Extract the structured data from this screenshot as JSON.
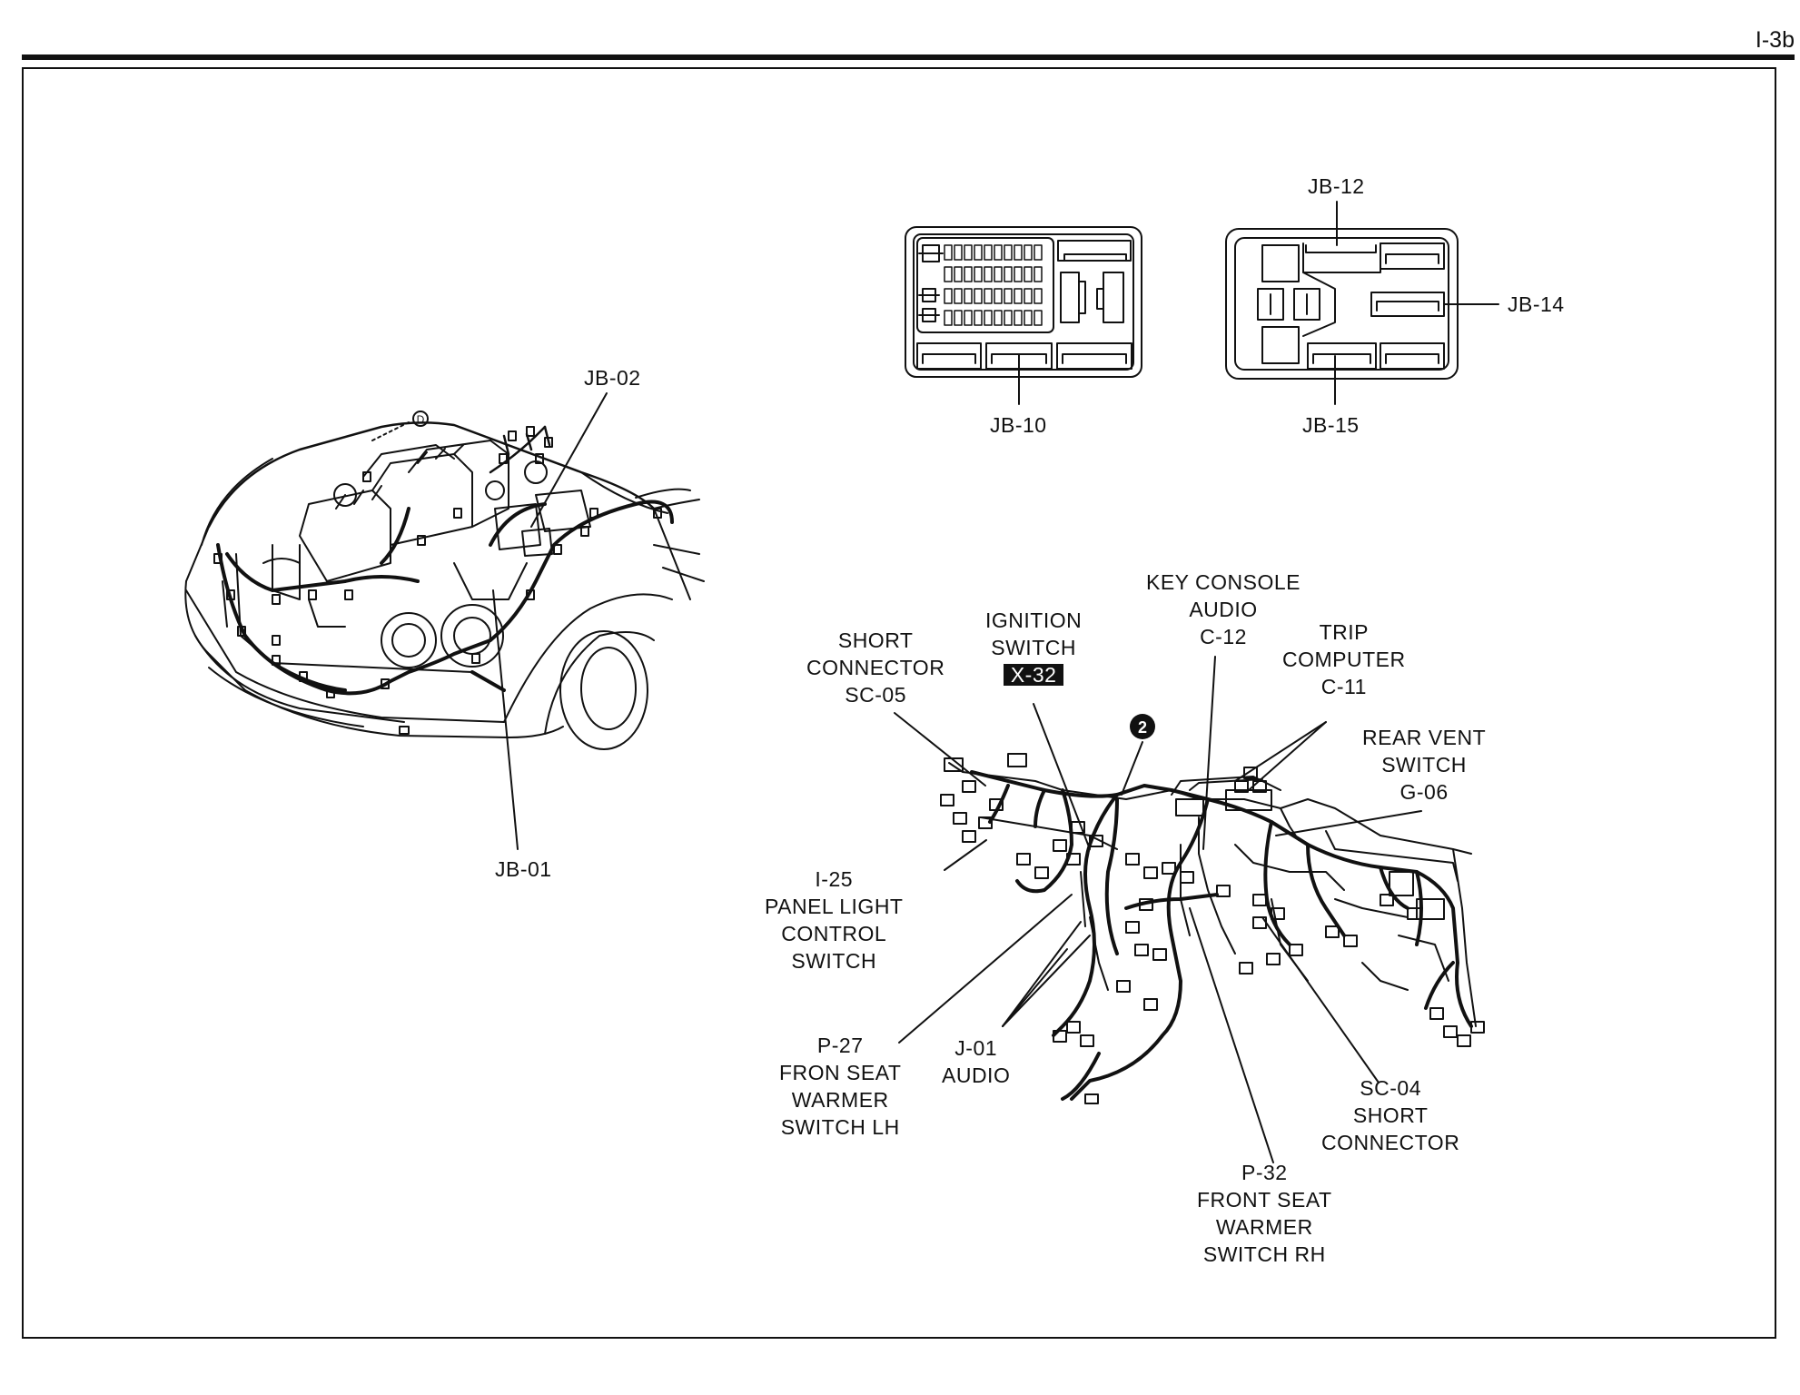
{
  "page_id": "I-3b",
  "junction_blocks": {
    "jb02": "JB-02",
    "jb01": "JB-01",
    "jb10": "JB-10",
    "jb12": "JB-12",
    "jb14": "JB-14",
    "jb15": "JB-15"
  },
  "engine_marker": "D",
  "callout_number": "2",
  "dash_labels": {
    "short_connector_sc05": [
      "SHORT",
      "CONNECTOR",
      "SC-05"
    ],
    "ignition_switch": [
      "IGNITION",
      "SWITCH"
    ],
    "ignition_code": "X-32",
    "key_console": [
      "KEY CONSOLE",
      "AUDIO",
      "C-12"
    ],
    "trip_computer": [
      "TRIP",
      "COMPUTER",
      "C-11"
    ],
    "rear_vent": [
      "REAR VENT",
      "SWITCH",
      "G-06"
    ],
    "panel_light": [
      "I-25",
      "PANEL LIGHT",
      "CONTROL",
      "SWITCH"
    ],
    "seat_warmer_lh": [
      "P-27",
      "FRON SEAT",
      "WARMER",
      "SWITCH LH"
    ],
    "audio_j01": [
      "J-01",
      "AUDIO"
    ],
    "short_connector_sc04": [
      "SC-04",
      "SHORT",
      "CONNECTOR"
    ],
    "seat_warmer_rh": [
      "P-32",
      "FRONT SEAT",
      "WARMER",
      "SWITCH RH"
    ]
  },
  "colors": {
    "ink": "#111111",
    "paper": "#ffffff"
  }
}
